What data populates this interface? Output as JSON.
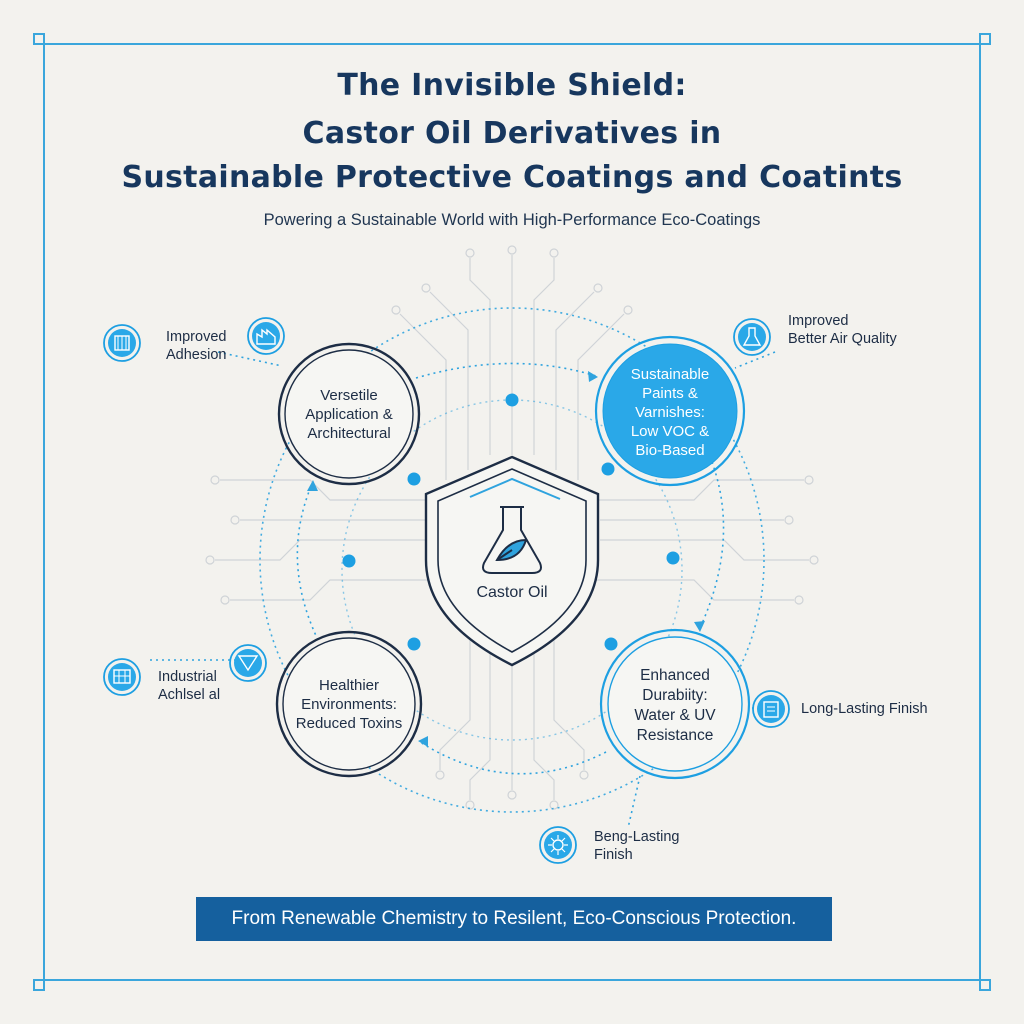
{
  "title": {
    "line1": "The Invisible Shield:",
    "line2": "Castor Oil Derivatives in",
    "line3": "Sustainable Protective Coatings and Coatints"
  },
  "subtitle": "Powering a Sustainable World with High-Performance Eco-Coatings",
  "center": {
    "label": "Castor Oil",
    "icon": "flask-leaf-icon"
  },
  "nodes": {
    "top_left": [
      "Versetile",
      "Application &",
      "Architectural"
    ],
    "top_right": [
      "Sustainable",
      "Paints &",
      "Varnishes:",
      "Low VOC &",
      "Bio-Based"
    ],
    "bottom_left": [
      "Healthier",
      "Environments:",
      "Reduced Toxins"
    ],
    "bottom_right": [
      "Enhanced",
      "Durabiity:",
      "Water & UV",
      "Resistance"
    ]
  },
  "labels": {
    "improved_adhesion": [
      "Improved",
      "Adhesion"
    ],
    "better_air": [
      "Improved",
      "Better Air Quality"
    ],
    "industrial": [
      "Industrial",
      "Achlsel al"
    ],
    "long_lasting": [
      "Long-Lasting Finish"
    ],
    "beng_lasting": [
      "Beng-Lasting",
      "Finish"
    ]
  },
  "icons": {
    "improved_adhesion": "building-tools-icon",
    "adhesion_side": "factory-icon",
    "better_air": "flask-icon",
    "industrial": "grid-panel-icon",
    "industrial_side": "filter-icon",
    "long_lasting": "paint-can-icon",
    "beng_lasting": "gear-bug-icon"
  },
  "banner": "From Renewable Chemistry to Resilent, Eco-Conscious Protection.",
  "colors": {
    "navy": "#17375e",
    "accent": "#1d9fe2",
    "banner": "#15609e",
    "background": "#f3f2ee"
  }
}
